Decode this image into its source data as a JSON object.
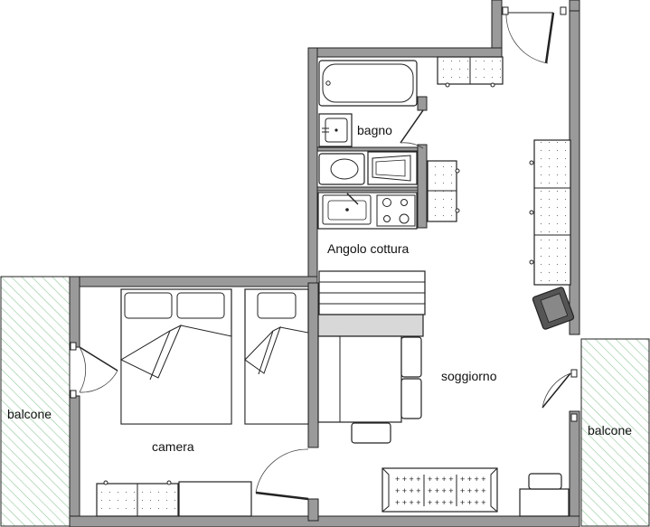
{
  "rooms": {
    "bagno": "bagno",
    "angolo_cottura": "Angolo cottura",
    "soggiorno": "soggiorno",
    "camera": "camera",
    "balcone_left": "balcone",
    "balcone_right": "balcone"
  },
  "colors": {
    "wall_fill": "#9a9a9a",
    "wall_stroke": "#222222",
    "furniture_fill": "#ffffff",
    "furniture_shade": "#d8d8d8",
    "balcony_hatch": "#8fc79a",
    "line": "#222222",
    "background": "#ffffff"
  }
}
